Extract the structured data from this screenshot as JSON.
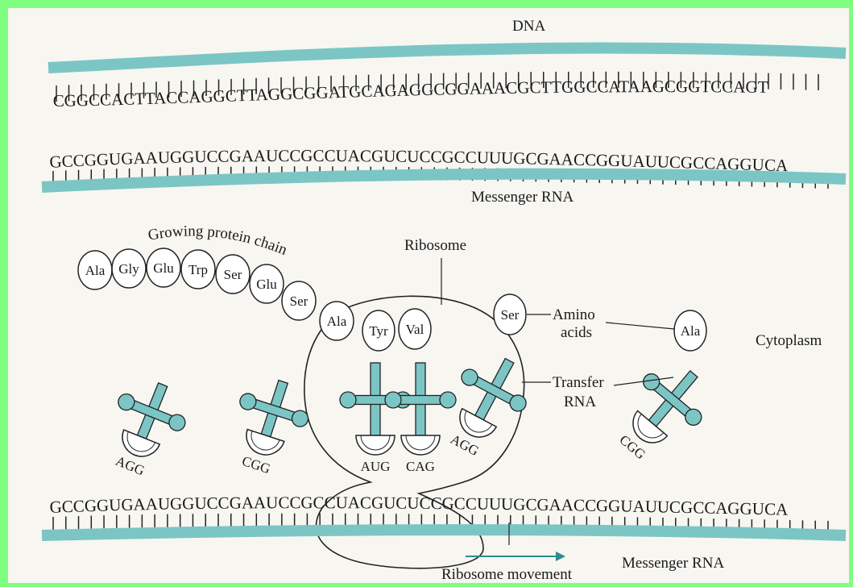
{
  "colors": {
    "border": "#7fff7f",
    "paper": "#f7f6f1",
    "strand": "#7cc5c5",
    "ink": "#1a1a1a"
  },
  "labels": {
    "dna": "DNA",
    "messenger_rna_top": "Messenger RNA",
    "growing_chain": "Growing protein chain",
    "ribosome": "Ribosome",
    "amino_acids_1": "Amino",
    "amino_acids_2": "acids",
    "cytoplasm": "Cytoplasm",
    "transfer_rna_1": "Transfer",
    "transfer_rna_2": "RNA",
    "messenger_rna_bottom": "Messenger RNA",
    "ribosome_movement": "Ribosome  movement"
  },
  "sequences": {
    "dna": "CGGCCACTTACCAGGCTTAGGCGGATGCAGAGGCGGAAACGCTTGGCCATAAGCGGTCCAGT",
    "mrna_top": "GCCGGUGAAUGGUCCGAAUCCGCCUACGUCUCCGCCUUUGCGAACCGGUAUUCGCCAGGUCA",
    "mrna_bottom": "GCCGGUGAAUGGUCCGAAUCCGCCUACGUCUCCGCCUUUGCGAACCGGUAUUCGCCAGGUCA"
  },
  "protein_chain": [
    "Ala",
    "Gly",
    "Glu",
    "Trp",
    "Ser",
    "Glu",
    "Ser",
    "Ala"
  ],
  "ribosome_amino_acids": [
    "Tyr",
    "Val"
  ],
  "free_amino_acids": [
    "Ser",
    "Ala"
  ],
  "anticodons": {
    "free_left_1": "AGG",
    "free_left_2": "CGG",
    "ribosome_1": "AUG",
    "ribosome_2": "CAG",
    "ser_trna": "AGG",
    "ala_trna": "CGG"
  }
}
